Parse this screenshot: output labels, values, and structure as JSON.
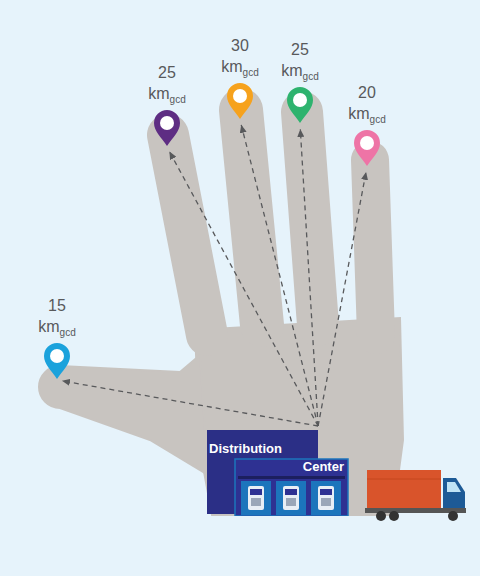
{
  "diagram": {
    "nodes": [
      {
        "text": [
          "15",
          "km",
          "gcd"
        ]
      },
      {
        "text": [
          "25",
          "km",
          "gcd"
        ]
      },
      {
        "text": [
          "30",
          "km",
          "gcd"
        ]
      },
      {
        "text": [
          "25",
          "km",
          "gcd"
        ]
      },
      {
        "text": [
          "20",
          "km",
          "gcd"
        ]
      },
      {
        "text": [
          "Distribution Center"
        ]
      }
    ],
    "edges": [
      {
        "from": 5,
        "to": 0,
        "arrow": "to"
      },
      {
        "from": 5,
        "to": 1,
        "arrow": "to"
      },
      {
        "from": 5,
        "to": 2,
        "arrow": "to"
      },
      {
        "from": 5,
        "to": 3,
        "arrow": "to"
      },
      {
        "from": 5,
        "to": 4,
        "arrow": "to"
      }
    ]
  }
}
